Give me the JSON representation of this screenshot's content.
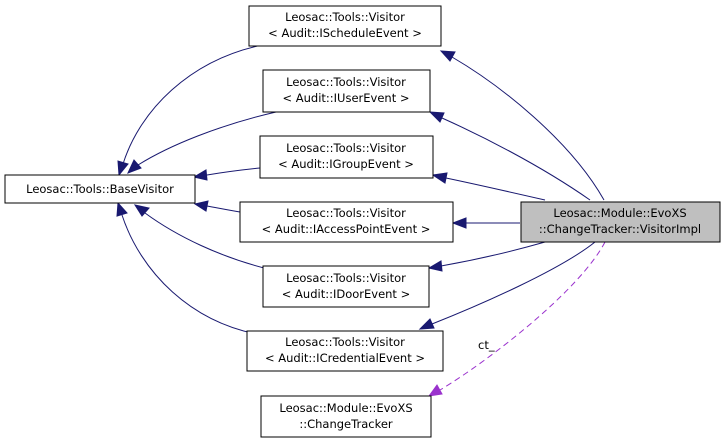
{
  "nodes": {
    "base_visitor": {
      "line1": "Leosac::Tools::BaseVisitor"
    },
    "visitor_schedule": {
      "line1": "Leosac::Tools::Visitor",
      "line2": "< Audit::IScheduleEvent >"
    },
    "visitor_user": {
      "line1": "Leosac::Tools::Visitor",
      "line2": "< Audit::IUserEvent >"
    },
    "visitor_group": {
      "line1": "Leosac::Tools::Visitor",
      "line2": "< Audit::IGroupEvent >"
    },
    "visitor_accesspoint": {
      "line1": "Leosac::Tools::Visitor",
      "line2": "< Audit::IAccessPointEvent >"
    },
    "visitor_door": {
      "line1": "Leosac::Tools::Visitor",
      "line2": "< Audit::IDoorEvent >"
    },
    "visitor_credential": {
      "line1": "Leosac::Tools::Visitor",
      "line2": "< Audit::ICredentialEvent >"
    },
    "visitor_impl": {
      "line1": "Leosac::Module::EvoXS",
      "line2": "::ChangeTracker::VisitorImpl"
    },
    "change_tracker": {
      "line1": "Leosac::Module::EvoXS",
      "line2": "::ChangeTracker"
    }
  },
  "edge_labels": {
    "ct": "ct_"
  },
  "colors": {
    "inheritance_edge": "#191970",
    "usage_edge": "#9a32cd",
    "highlight_fill": "#bfbfbf"
  }
}
